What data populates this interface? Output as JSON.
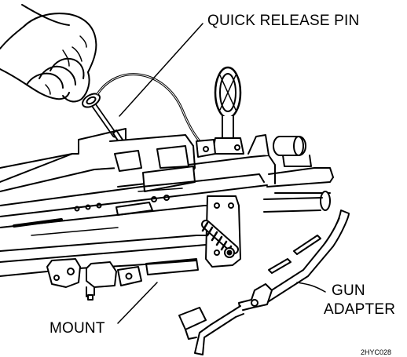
{
  "labels": {
    "quick_release_pin": "QUICK RELEASE PIN",
    "gun_adapter_line1": "GUN",
    "gun_adapter_line2": "ADAPTER",
    "mount": "MOUNT"
  },
  "figure_id": "2HYC028",
  "colors": {
    "line": "#000000",
    "paper": "#ffffff"
  }
}
